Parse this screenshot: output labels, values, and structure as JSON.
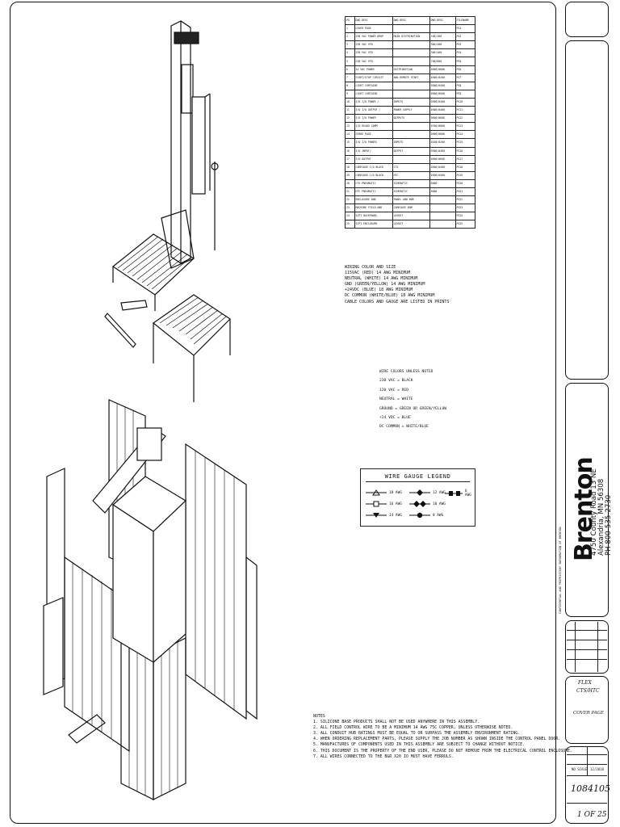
{
  "index_table": {
    "header": [
      "PG",
      "DWG DESC",
      "DWG DESC",
      "DWG DESC",
      "FILENAME"
    ],
    "rows": [
      [
        "1",
        "COVER PAGE",
        "",
        "",
        "PG1"
      ],
      [
        "2",
        "230 VAC POWER DROP",
        "MAIN DISTRIBUTION",
        "100/300",
        "PG2"
      ],
      [
        "3",
        "230 VAC VFD",
        "",
        "300/400",
        "PG3"
      ],
      [
        "4",
        "230 VAC VFD",
        "",
        "300/400",
        "PG4"
      ],
      [
        "5",
        "230 VAC VFD",
        "",
        "700/800",
        "PG5"
      ],
      [
        "6",
        "24 VDC POWER",
        "DISTRIBUTION",
        "0900/0000",
        "PG6"
      ],
      [
        "7",
        "START/STOP CIRCUIT",
        "AND REMOTE START",
        "0300/0200",
        "PG7"
      ],
      [
        "8",
        "LIGHT CURTAINS",
        "",
        "0300/0400",
        "PG8"
      ],
      [
        "9",
        "LIGHT CURTAINS",
        "",
        "0500/0600",
        "PG9"
      ],
      [
        "10",
        "I/O I/O POWER /",
        "INPUTS",
        "0300/0400",
        "PG10"
      ],
      [
        "11",
        "I/O I/O OUTPUT /",
        "POWER SUPPLY",
        "0300/0400",
        "PG11"
      ],
      [
        "12",
        "I/O I/O POWER",
        "OUTPUTS",
        "0500/0600",
        "PG12"
      ],
      [
        "13",
        "I/O RS485 COMM",
        "",
        "0700/0800",
        "PG13"
      ],
      [
        "14",
        "SPARE PAGE",
        "",
        "0900/0000",
        "PG14"
      ],
      [
        "15",
        "I/O I/O POWER/",
        "INPUTS",
        "0100/0200",
        "PG15"
      ],
      [
        "16",
        "I/O INPUT/",
        "OUTPUT",
        "0300/0400",
        "PG16"
      ],
      [
        "17",
        "I/O OUTPUT",
        "",
        "0500/0600",
        "PG17"
      ],
      [
        "18",
        "CARRIAGE I/O BLOCK",
        "CTS",
        "0300/0400",
        "PG18"
      ],
      [
        "19",
        "CARRIAGE I/O BLOCK",
        "HTC",
        "0300/0400",
        "PG19"
      ],
      [
        "20",
        "CTS PNEUMATIC",
        "SCHEMATIC",
        "6000",
        "PG20"
      ],
      [
        "21",
        "HTC PNEUMATIC",
        "SCHEMATIC",
        "6000",
        "PG21"
      ],
      [
        "22",
        "ENCLOSURE AND",
        "PANEL AND BOM",
        "",
        "PG22"
      ],
      [
        "23",
        "MACHINE FIELD AND",
        "CARRIAGE BOM",
        "",
        "PG23"
      ],
      [
        "24",
        "SCPI BACKPANEL",
        "LAYOUT",
        "",
        "PG24"
      ],
      [
        "25",
        "SCPI ENCLOSURE",
        "LAYOUT",
        "",
        "PG25"
      ]
    ]
  },
  "wiring_text": [
    "WIRING COLOR AND SIZE",
    "115VAC (RED) 14 AWG MINIMUM",
    "NEUTRAL (WHITE) 14 AWG MINIMUM",
    "GND (GREEN/YELLOW) 14 AWG MINIMUM",
    "+24VDC (BLUE) 18 AWG MINIMUM",
    "DC COMMON (WHITE/BLUE) 18 AWG MINIMUM",
    "CABLE COLORS AND GAUGE ARE LISTED IN PRINTS"
  ],
  "wire_colors": [
    "WIRE COLORS UNLESS NOTED",
    "230 VAC = BLACK",
    "120 VAC = RED",
    "NEUTRAL = WHITE",
    "GROUND = GREEN OR GREEN/YELLOW",
    "+24 VDC = BLUE",
    "DC COMMON = WHITE/BLUE"
  ],
  "legend": {
    "title": "WIRE GAUGE LEGEND",
    "items": [
      {
        "symbol": "triangle-icon",
        "label": "18 AWG"
      },
      {
        "symbol": "square-icon",
        "label": "16 AWG"
      },
      {
        "symbol": "triangle-down-icon",
        "label": "14 AWG"
      },
      {
        "symbol": "diamond-dot-icon",
        "label": "12 AWG"
      },
      {
        "symbol": "double-diamond-icon",
        "label": "10 AWG"
      },
      {
        "symbol": "circle-dot-icon",
        "label": "8 AWG"
      },
      {
        "symbol": "double-square-icon",
        "label": "6 AWG"
      }
    ]
  },
  "notes": [
    "NOTES",
    "1. SILICONE BASE PRODUCTS SHALL NOT BE USED ANYWHERE IN THIS ASSEMBLY.",
    "2. ALL FIELD CONTROL WIRE TO BE A MINIMUM 14 AWG 75C COPPER, UNLESS OTHERWISE NOTED.",
    "3. ALL CONDUIT HUB RATINGS MUST BE EQUAL TO OR SURPASS THE ASSEMBLY ENVIRONMENT RATING.",
    "4. WHEN ORDERING REPLACEMENT PARTS, PLEASE SUPPLY THE JOB NUMBER AS SHOWN INSIDE THE CONTROL PANEL DOOR.",
    "5. MANUFACTURES OF COMPONENTS USED IN THIS ASSEMBLY ARE SUBJECT TO CHANGE WITHOUT NOTICE.",
    "6. THIS DOCUMENT IS THE PROPERTY OF THE END USER, PLEASE DO NOT REMOVE FROM THE ELECTRICAL CONTROL ENCLOSURE.",
    "7. ALL WIRES CONNECTED TO THE B&R X20 IO MUST HAVE FERRULS."
  ],
  "title_block": {
    "brand": "Brenton",
    "address": [
      "4750 County Road 13 NE",
      "Alexandria, MN 56308",
      "PH 800-535-2730"
    ],
    "project_line1": "FLEX",
    "project_line2": "CTS/HTC",
    "sheet_title": "COVER PAGE",
    "scale": "NO SCALE",
    "date": "12/2018",
    "drawing_number": "1084105",
    "sheet": "1 OF 25",
    "fine_print": "CONFIDENTIAL AND PROPRIETARY INFORMATION OF BRENTON"
  }
}
